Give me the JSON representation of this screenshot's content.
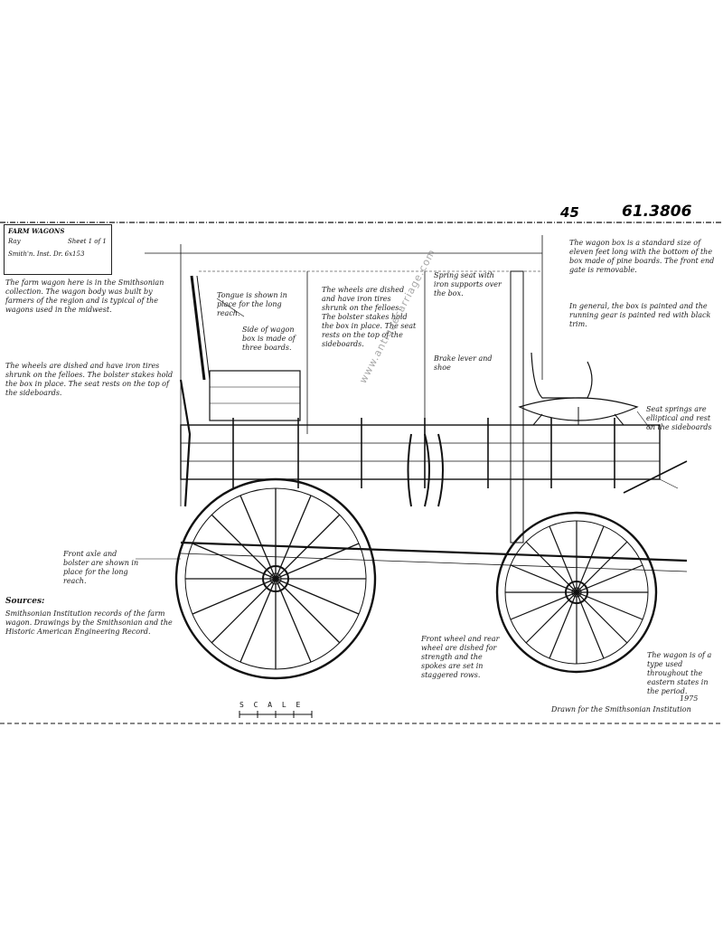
{
  "header": {
    "sheet_number": "45",
    "catalog_number": "61.3806"
  },
  "title_block": {
    "line1": "FARM WAGONS",
    "line2": "Ray",
    "line3": "Sheet 1 of 1",
    "line4": "Smith'n. Inst. Dr. 6x153"
  },
  "notes": {
    "intro": "The farm wagon here is in the Smithsonian collection. The wagon body was built by farmers of the region and is typical of the wagons used in the midwest.",
    "construction": "The wheels are dished and have iron tires shrunk on the felloes. The bolster stakes hold the box in place. The seat rests on the top of the sideboards.",
    "tongue_note": "Tongue is shown in place for the long reach.",
    "side_note": "Side of wagon box is made of three boards.",
    "seat_note": "Spring seat with iron supports over the box.",
    "spring_note": "Seat springs are elliptical and rest on the sideboards",
    "brake_note": "Brake lever and shoe",
    "axle_note": "Front axle and bolster are shown in place for the long reach.",
    "wheel_note": "Front wheel and rear wheel are dished for strength and the spokes are set in staggered rows.",
    "sources_heading": "Sources:",
    "sources": "Smithsonian Institution records of the farm wagon. Drawings by the Smithsonian and the Historic American Engineering Record.",
    "right_top": "The wagon box is a standard size of eleven feet long with the bottom of the box made of pine boards. The front end gate is removable.",
    "right_lower": "In general, the box is painted and the running gear is painted red with black trim.",
    "bottom_right": "The wagon is of a type used throughout the eastern states in the period."
  },
  "labels": {
    "scale_label": "S C A L E",
    "credit": "Drawn for the Smithsonian Institution",
    "date": "1975"
  },
  "watermark": "www.antiquecarriage.com"
}
